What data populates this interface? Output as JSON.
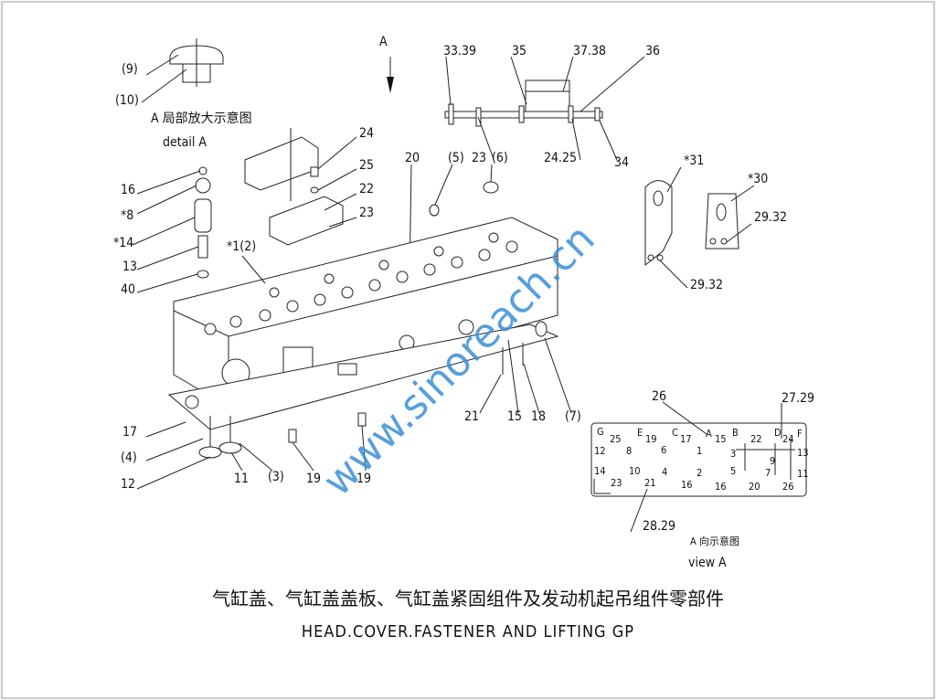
{
  "callouts": [
    "(9)",
    "(10)",
    "A 局部放大示意图",
    "detail  A",
    "A",
    "33.39",
    "35",
    "37.38",
    "36",
    "24",
    "25",
    "22",
    "23",
    "20",
    "(5)",
    "23",
    "(6)",
    "24.25",
    "34",
    "*31",
    "*30",
    "29.32",
    "29.32",
    "16",
    "*8",
    "*14",
    "13",
    "40",
    "*1(2)",
    "17",
    "(4)",
    "12",
    "11",
    "(3)",
    "19",
    "19",
    "21",
    "15",
    "18",
    "(7)",
    "26",
    "27.29",
    "28.29",
    "A 向示意图",
    "view  A"
  ],
  "view_a_marks": [
    "G",
    "25",
    "E",
    "19",
    "C",
    "17",
    "A",
    "15",
    "B",
    "22",
    "D",
    "24",
    "F",
    "12",
    "8",
    "6",
    "1",
    "3",
    "9",
    "13",
    "14",
    "10",
    "4",
    "2",
    "5",
    "7",
    "11",
    "23",
    "21",
    "16",
    "16",
    "20",
    "26"
  ],
  "title_cn": "气缸盖、气缸盖盖板、气缸盖紧固组件及发动机起吊组件零部件",
  "title_en": "HEAD.COVER.FASTENER AND LIFTING GP",
  "watermark": "www.sinoreach.cn"
}
